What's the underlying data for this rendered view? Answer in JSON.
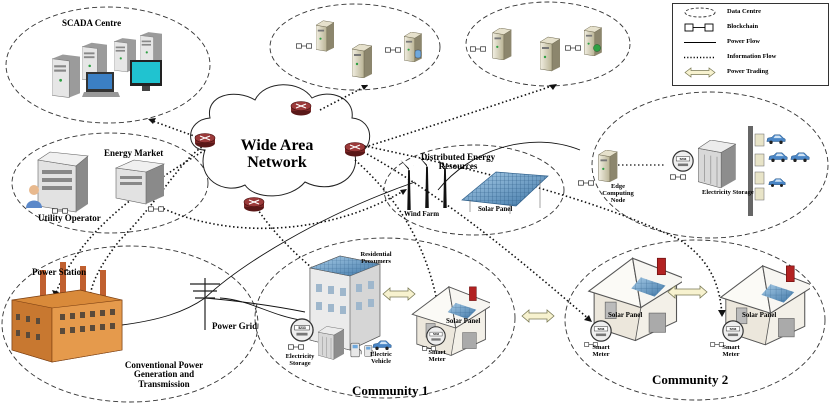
{
  "labels": {
    "scada": "SCADA Centre",
    "wan_line1": "Wide Area",
    "wan_line2": "Network",
    "energy_market": "Energy Market",
    "utility_operator": "Utility Operator",
    "der_line1": "Distributed Energy",
    "der_line2": "Resources",
    "wind_farm": "Wind Farm",
    "solar_panel_der": "Solar Panel",
    "edge_line1": "Edge",
    "edge_line2": "Computing",
    "edge_line3": "Node",
    "electricity_storage_top": "Electricity Storage",
    "power_station": "Power Station",
    "power_grid": "Power Grid",
    "conv_line1": "Conventional Power",
    "conv_line2": "Generation and",
    "conv_line3": "Transmission",
    "resi_line1": "Residential",
    "resi_line2": "Prosumers",
    "electricity_storage_c1_line1": "Electricity",
    "electricity_storage_c1_line2": "Storage",
    "ev_line1": "Electric",
    "ev_line2": "Vehicle",
    "solar_panel_c1": "Solar Panel",
    "smart_meter_line1": "Smart",
    "smart_meter_line2": "Meter",
    "community1": "Community 1",
    "community2": "Community 2",
    "solar_panel_c2a": "Solar Panel",
    "solar_panel_c2b": "Solar Panel",
    "meter_display": "5 2 3 3"
  },
  "legend": [
    {
      "symbol": "ellipse-dashed",
      "label": "Data Centre"
    },
    {
      "symbol": "blockchain",
      "label": "Blockchain"
    },
    {
      "symbol": "solid-line",
      "label": "Power Flow"
    },
    {
      "symbol": "dotted-line",
      "label": "Information Flow"
    },
    {
      "symbol": "double-arrow",
      "label": "Power Trading"
    }
  ],
  "colors": {
    "router": "#6b1f1f",
    "solar": "#5b8fb9",
    "brick": "#c87830",
    "server": "#d9d2b3",
    "car": "#4a86c6"
  }
}
